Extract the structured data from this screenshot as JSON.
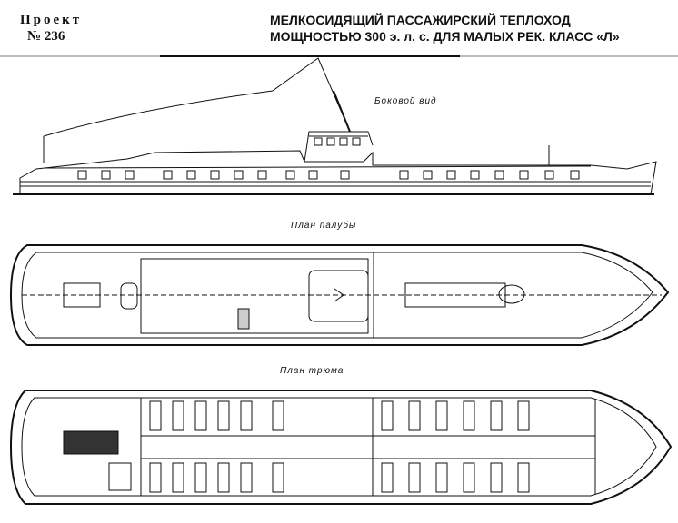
{
  "header": {
    "project_label": "Проект",
    "project_number": "№ 236",
    "title_line1": "МЕЛКОСИДЯЩИЙ ПАССАЖИРСКИЙ ТЕПЛОХОД",
    "title_line2": "МОЩНОСТЬЮ 300 э. л. с. ДЛЯ МАЛЫХ РЕК. КЛАСС «Л»"
  },
  "views": {
    "side": "Боковой вид",
    "deck": "План палубы",
    "hold": "План трюма"
  }
}
